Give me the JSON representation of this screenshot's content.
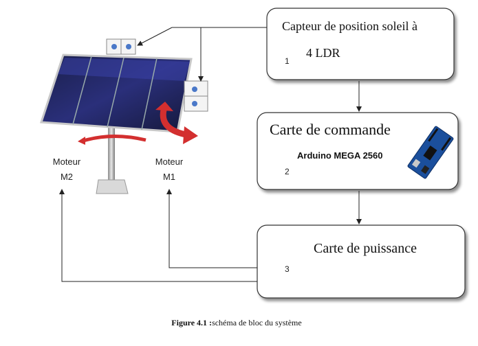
{
  "boxes": {
    "sensor": {
      "title_line1": "Capteur de position soleil à",
      "title_line2": "4 LDR",
      "number": "1"
    },
    "control": {
      "title": "Carte de commande",
      "subtitle": "Arduino MEGA 2560",
      "number": "2"
    },
    "power": {
      "title": "Carte de puissance",
      "number": "3"
    }
  },
  "motors": {
    "m2": {
      "line1": "Moteur",
      "line2": "M2"
    },
    "m1": {
      "line1": "Moteur",
      "line2": "M1"
    }
  },
  "caption": {
    "prefix": "Figure 4.1 :",
    "text": "schéma de bloc du système"
  }
}
